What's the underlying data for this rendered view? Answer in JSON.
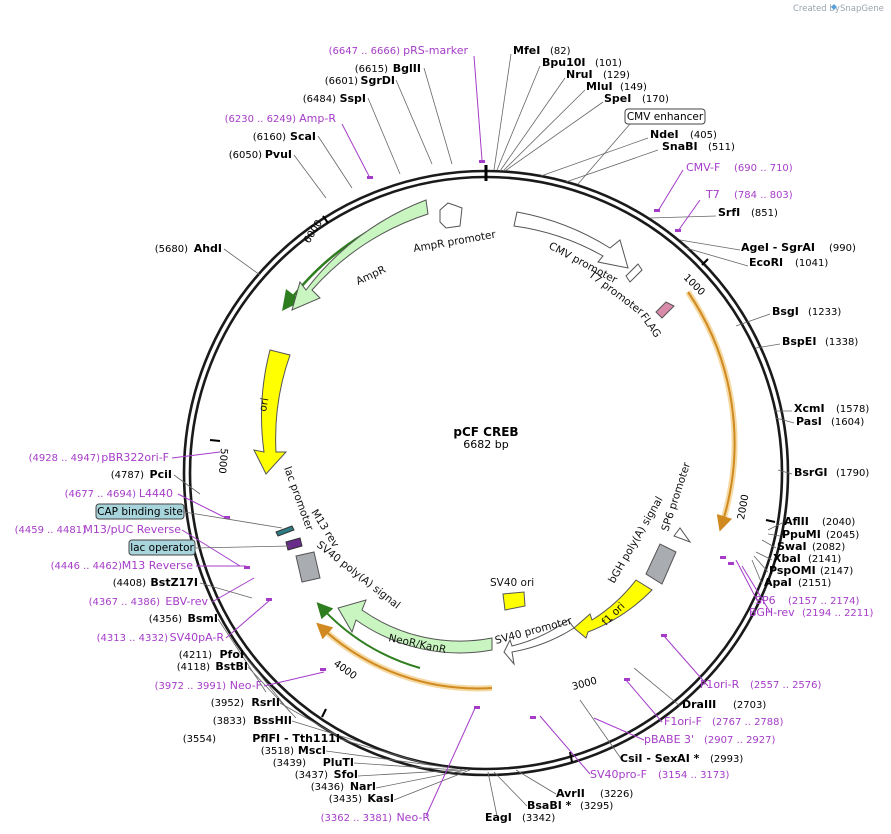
{
  "credit": {
    "created_by": "Created by",
    "brand": "SnapGene"
  },
  "plasmid": {
    "name": "pCF CREB",
    "size": "6682 bp"
  },
  "ticks": [
    {
      "label": "1000",
      "pos": 1000
    },
    {
      "label": "2000",
      "pos": 2000
    },
    {
      "label": "3000",
      "pos": 3000
    },
    {
      "label": "4000",
      "pos": 4000
    },
    {
      "label": "5000",
      "pos": 5000
    },
    {
      "label": "6000",
      "pos": 6000
    }
  ],
  "enzymes": [
    {
      "name": "MfeI",
      "pos": "(82)"
    },
    {
      "name": "Bpu10I",
      "pos": "(101)"
    },
    {
      "name": "NruI",
      "pos": "(129)"
    },
    {
      "name": "MluI",
      "pos": "(149)"
    },
    {
      "name": "SpeI",
      "pos": "(170)"
    },
    {
      "name": "NdeI",
      "pos": "(405)"
    },
    {
      "name": "SnaBI",
      "pos": "(511)"
    },
    {
      "name": "SrfI",
      "pos": "(851)"
    },
    {
      "name": "AgeI  - SgrAI",
      "pos": "(990)"
    },
    {
      "name": "EcoRI",
      "pos": "(1041)"
    },
    {
      "name": "BsgI",
      "pos": "(1233)"
    },
    {
      "name": "BspEI",
      "pos": "(1338)"
    },
    {
      "name": "XcmI",
      "pos": "(1578)"
    },
    {
      "name": "PasI",
      "pos": "(1604)"
    },
    {
      "name": "BsrGI",
      "pos": "(1790)"
    },
    {
      "name": "AflII",
      "pos": "(2040)"
    },
    {
      "name": "PpuMI",
      "pos": "(2045)"
    },
    {
      "name": "SwaI",
      "pos": "(2082)"
    },
    {
      "name": "XbaI",
      "pos": "(2141)"
    },
    {
      "name": "PspOMI",
      "pos": "(2147)"
    },
    {
      "name": "ApaI",
      "pos": "(2151)"
    },
    {
      "name": "DraIII",
      "pos": "(2703)"
    },
    {
      "name": "CsiI  - SexAI *",
      "pos": "(2993)"
    },
    {
      "name": "AvrII",
      "pos": "(3226)"
    },
    {
      "name": "BsaBI *",
      "pos": "(3295)"
    },
    {
      "name": "EagI",
      "pos": "(3342)"
    },
    {
      "name": "KasI",
      "pos": "(3435)"
    },
    {
      "name": "NarI",
      "pos": "(3436)"
    },
    {
      "name": "SfoI",
      "pos": "(3437)"
    },
    {
      "name": "PluTI",
      "pos": "(3439)"
    },
    {
      "name": "MscI",
      "pos": "(3518)"
    },
    {
      "name": "PflFI  - Tth111I",
      "pos": "(3554)"
    },
    {
      "name": "BssHII",
      "pos": "(3833)"
    },
    {
      "name": "RsrII",
      "pos": "(3952)"
    },
    {
      "name": "BstBI",
      "pos": "(4118)"
    },
    {
      "name": "PfoI",
      "pos": "(4211)"
    },
    {
      "name": "BsmI",
      "pos": "(4356)"
    },
    {
      "name": "BstZ17I",
      "pos": "(4408)"
    },
    {
      "name": "PciI",
      "pos": "(4787)"
    },
    {
      "name": "AhdI",
      "pos": "(5680)"
    },
    {
      "name": "PvuI",
      "pos": "(6050)"
    },
    {
      "name": "ScaI",
      "pos": "(6160)"
    },
    {
      "name": "SspI",
      "pos": "(6484)"
    },
    {
      "name": "SgrDI",
      "pos": "(6601)"
    },
    {
      "name": "BglII",
      "pos": "(6615)"
    }
  ],
  "primers": [
    {
      "name": "pRS-marker",
      "pos": "(6647 .. 6666)"
    },
    {
      "name": "Amp-R",
      "pos": "(6230 .. 6249)"
    },
    {
      "name": "CMV-F",
      "pos": "(690 .. 710)"
    },
    {
      "name": "T7",
      "pos": "(784 .. 803)"
    },
    {
      "name": "SP6",
      "pos": "(2157 .. 2174)"
    },
    {
      "name": "BGH-rev",
      "pos": "(2194 .. 2211)"
    },
    {
      "name": "F1ori-R",
      "pos": "(2557 .. 2576)"
    },
    {
      "name": "F1ori-F",
      "pos": "(2767 .. 2788)"
    },
    {
      "name": "pBABE 3'",
      "pos": "(2907 .. 2927)"
    },
    {
      "name": "SV40pro-F",
      "pos": "(3154 .. 3173)"
    },
    {
      "name": "Neo-R",
      "pos": "(3362 .. 3381)"
    },
    {
      "name": "Neo-F",
      "pos": "(3972 .. 3991)"
    },
    {
      "name": "SV40pA-R",
      "pos": "(4313 .. 4332)"
    },
    {
      "name": "EBV-rev",
      "pos": "(4367 .. 4386)"
    },
    {
      "name": "M13 Reverse",
      "pos": "(4446 .. 4462)"
    },
    {
      "name": "M13/pUC Reverse",
      "pos": "(4459 .. 4481)"
    },
    {
      "name": "L4440",
      "pos": "(4677 .. 4694)"
    },
    {
      "name": "pBR322ori-F",
      "pos": "(4928 .. 4947)"
    }
  ],
  "boxed_labels": [
    {
      "name": "CMV enhancer"
    },
    {
      "name": "CAP binding site"
    },
    {
      "name": "lac operator"
    }
  ],
  "features": [
    {
      "name": "CMV promoter"
    },
    {
      "name": "T7 promoter"
    },
    {
      "name": "FLAG"
    },
    {
      "name": "AmpR promoter"
    },
    {
      "name": "AmpR"
    },
    {
      "name": "ori"
    },
    {
      "name": "lac promoter"
    },
    {
      "name": "M13 rev"
    },
    {
      "name": "SV40 poly(A) signal"
    },
    {
      "name": "NeoR/KanR"
    },
    {
      "name": "SV40 promoter"
    },
    {
      "name": "SV40 ori"
    },
    {
      "name": "f1 ori"
    },
    {
      "name": "bGH poly(A) signal"
    },
    {
      "name": "SP6 promoter"
    }
  ],
  "colors": {
    "backbone": "#1a1a1a",
    "primer": "#a53cc8",
    "amp": "#c8f5c0",
    "ori": "#ffff00",
    "orange_arc": "#e8a23a",
    "green_arc": "#2e7d1e",
    "gray": "#a9acb0",
    "box_fill": "#a8d4dc"
  }
}
